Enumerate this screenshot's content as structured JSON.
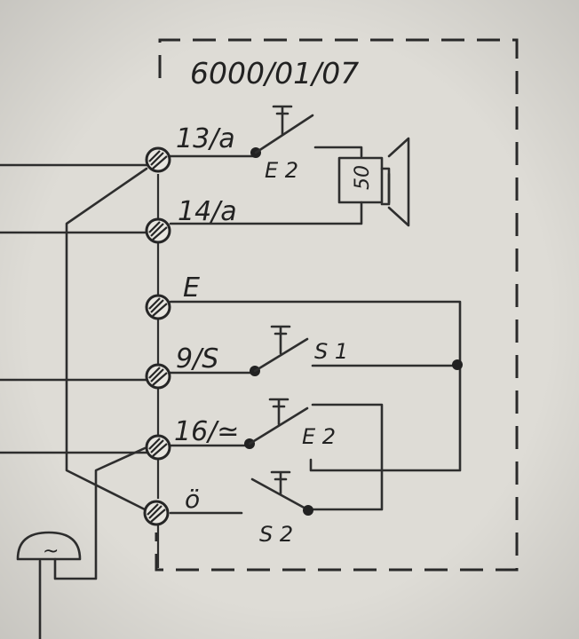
{
  "title": "6000/01/07",
  "terminals": [
    {
      "id": "13a",
      "label": "13/a"
    },
    {
      "id": "14a",
      "label": "14/a"
    },
    {
      "id": "E",
      "label": "E"
    },
    {
      "id": "9S",
      "label": "9/S"
    },
    {
      "id": "16",
      "label": "16/≃"
    },
    {
      "id": "oe",
      "label": "ö"
    }
  ],
  "switches": {
    "e2_top": "E 2",
    "s1": "S 1",
    "e2_mid": "E 2",
    "s2": "S 2"
  },
  "component": {
    "value": "50"
  },
  "lamp": {
    "symbol": "~"
  }
}
